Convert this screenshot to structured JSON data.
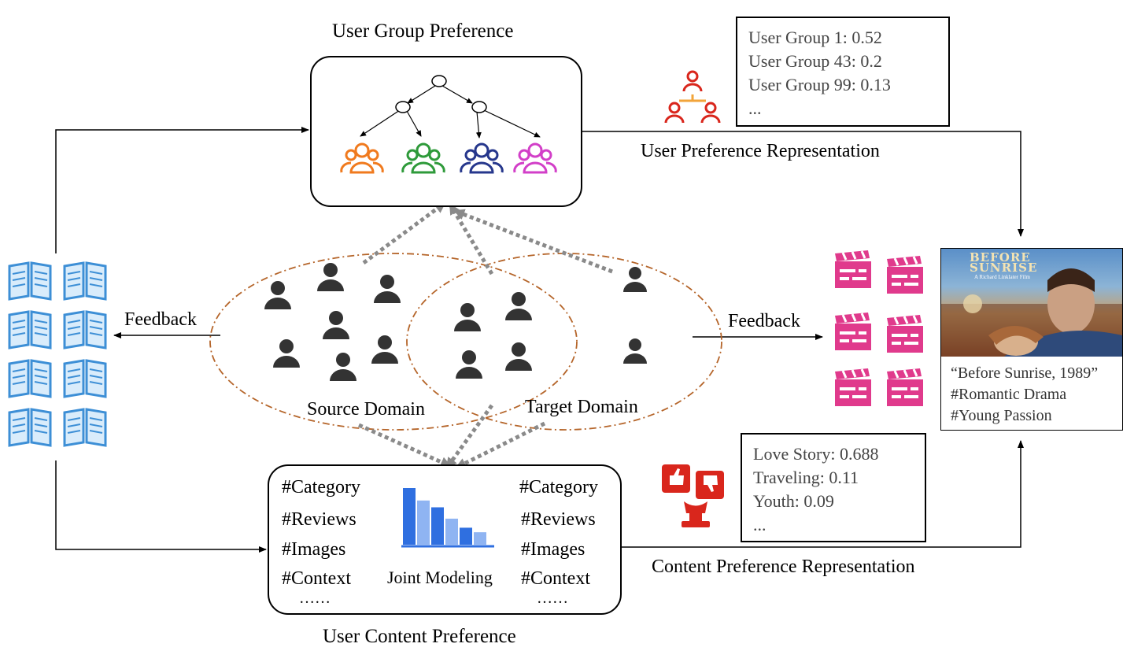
{
  "titles": {
    "user_group_preference": "User Group Preference",
    "user_content_preference": "User Content Preference",
    "user_preference_representation": "User Preference Representation",
    "content_preference_representation": "Content Preference Representation"
  },
  "domains": {
    "source": "Source Domain",
    "target": "Target Domain"
  },
  "feedback": {
    "left": "Feedback",
    "right": "Feedback"
  },
  "user_group_scores": [
    "User Group 1: 0.52",
    "User Group 43: 0.2",
    "User Group 99: 0.13",
    "..."
  ],
  "content_scores": [
    "Love Story: 0.688",
    "Traveling: 0.11",
    "Youth: 0.09",
    "..."
  ],
  "content_box": {
    "left_tags": [
      "#Category",
      "#Reviews",
      "#Images",
      "#Context",
      "……"
    ],
    "right_tags": [
      "#Category",
      "#Reviews",
      "#Images",
      "#Context",
      "……"
    ],
    "center_label": "Joint Modeling"
  },
  "movie": {
    "poster_title_line1": "BEFORE",
    "poster_title_line2": "SUNRISE",
    "poster_subtitle": "A Richard Linklater Film",
    "caption_lines": [
      "“Before Sunrise, 1989”",
      "#Romantic Drama",
      "#Young Passion"
    ]
  },
  "group_icon_colors": [
    "#f07a1e",
    "#2e9a3a",
    "#26378c",
    "#d23fc8"
  ],
  "colors": {
    "books": "#3d8fd6",
    "clapper": "#e03a8c",
    "alert_red": "#d9261c",
    "bar_dark": "#2f6fe0",
    "bar_light": "#8fb4f2",
    "dashed_arrow": "#8a8a8a",
    "ellipse": "#b5652a"
  },
  "bar_chart": {
    "values": [
      1.0,
      0.78,
      0.66,
      0.46,
      0.3,
      0.22
    ]
  }
}
